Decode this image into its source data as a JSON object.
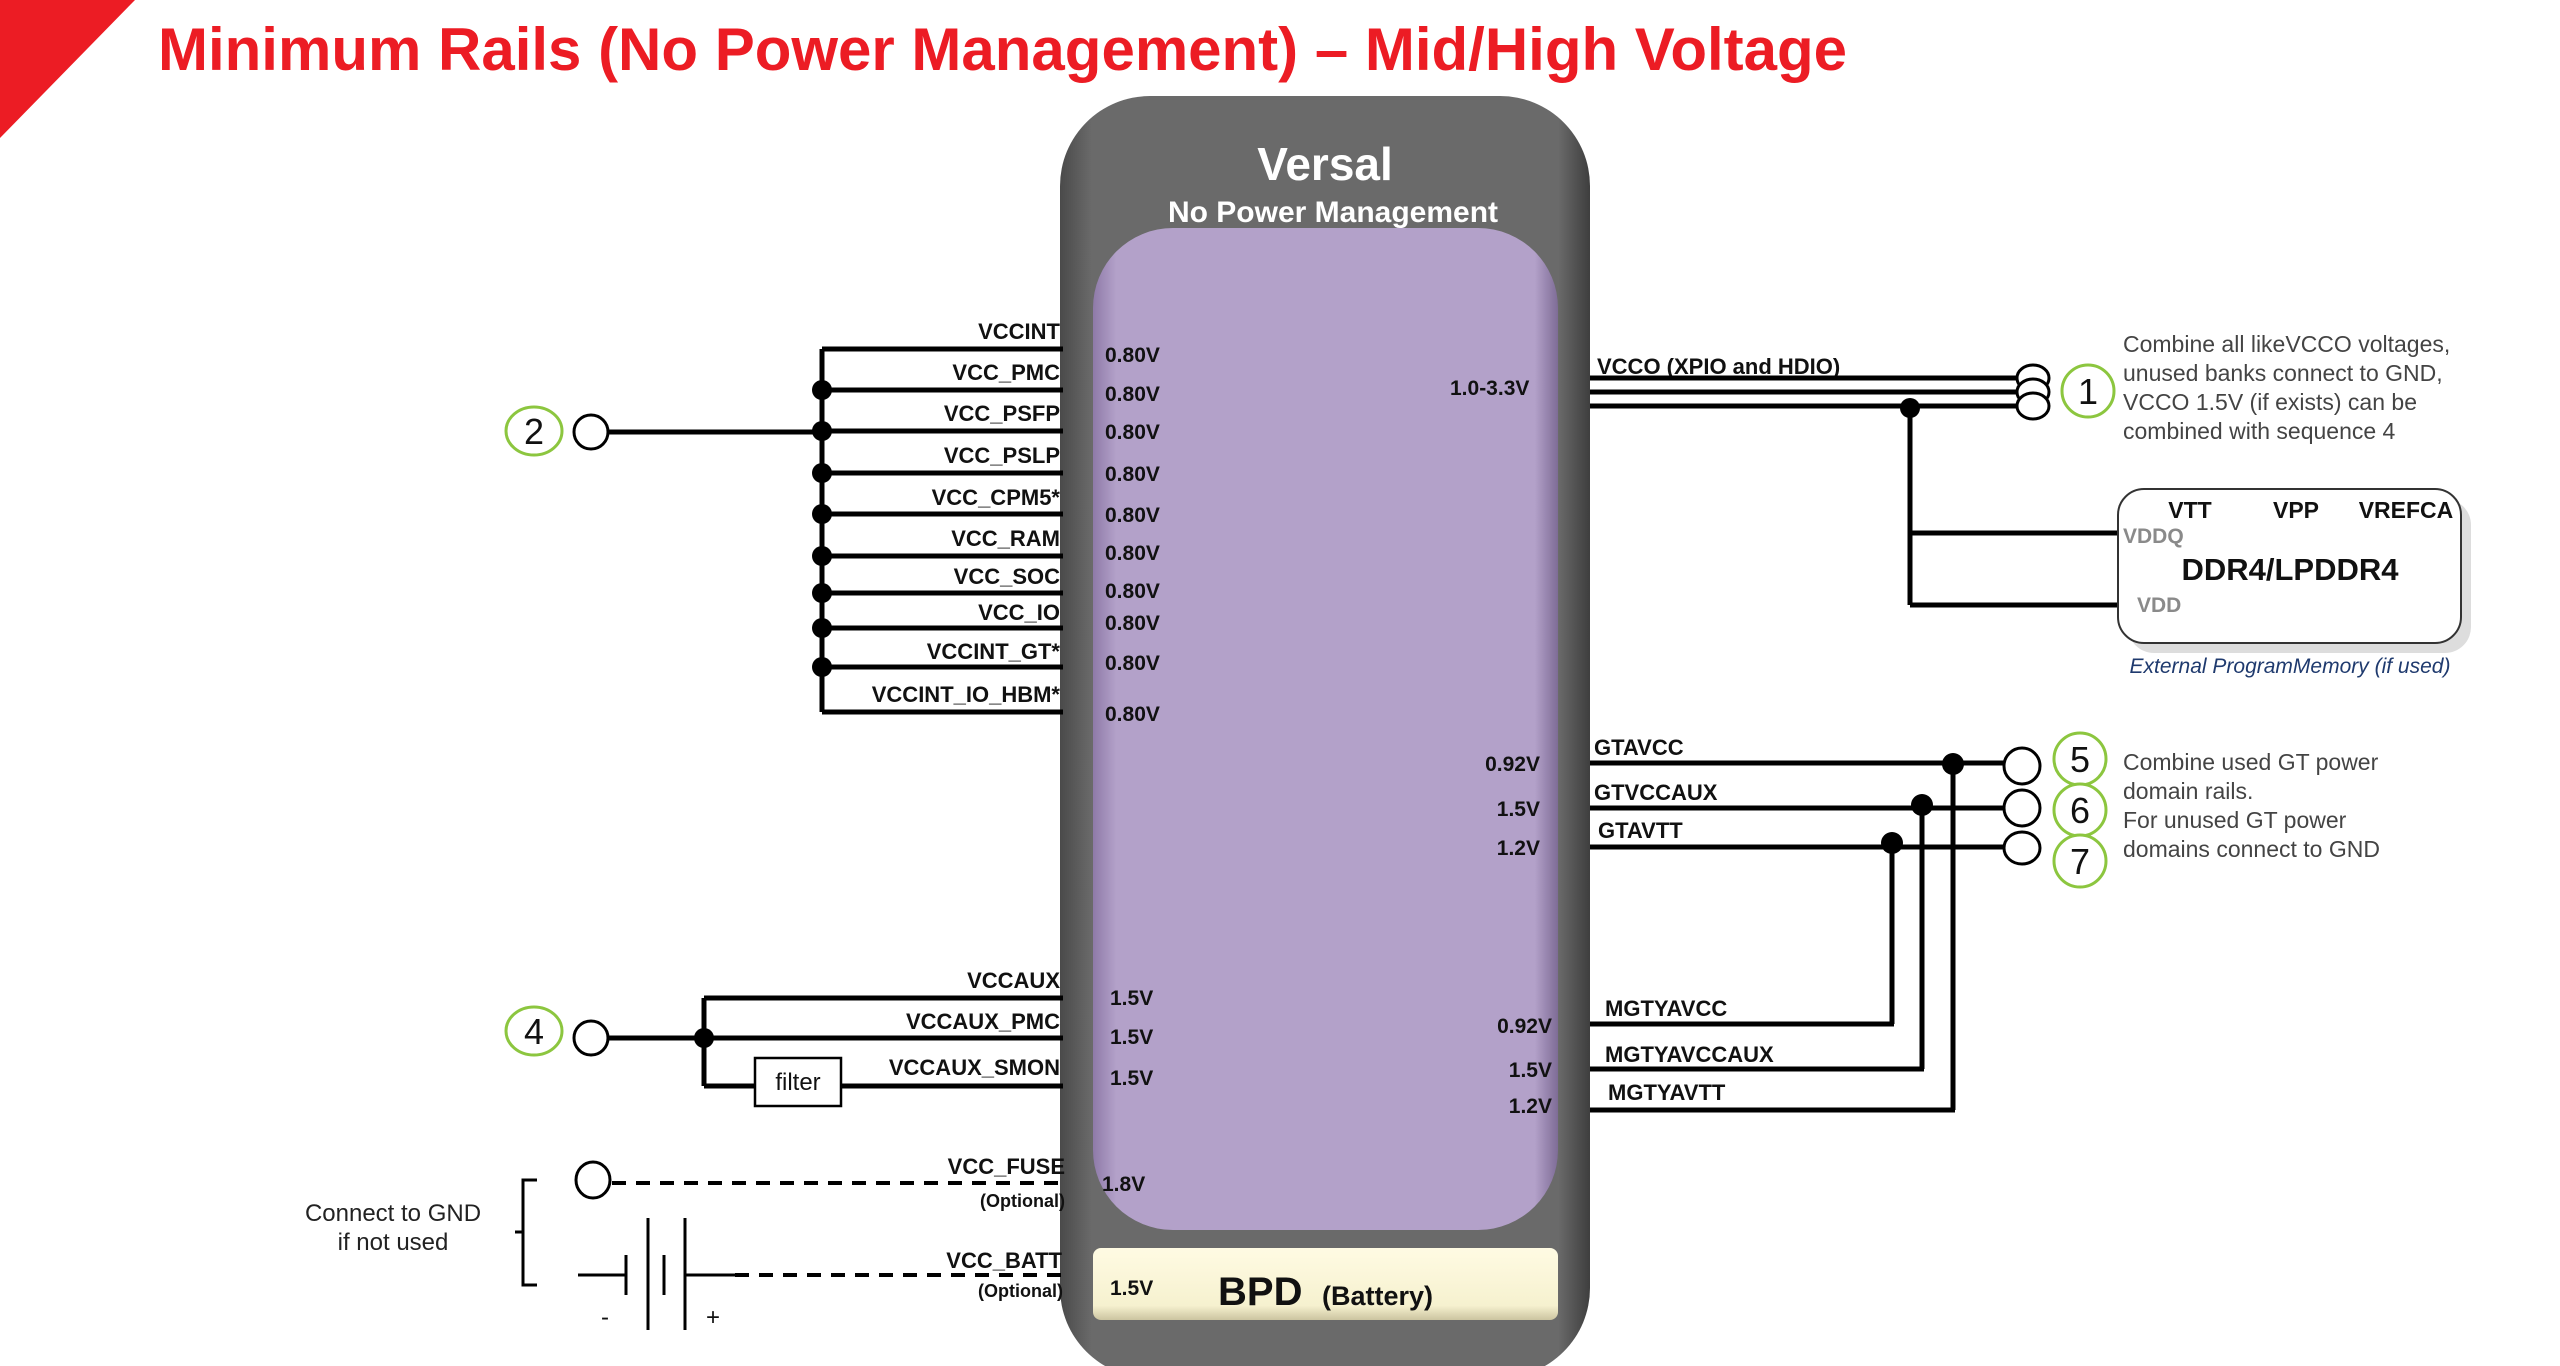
{
  "title": "Minimum Rails (No Power Management)  – Mid/High Voltage",
  "colors": {
    "title": "#ec1c24",
    "chip_outer": "#666666",
    "chip_inner": "#b3a1c9",
    "bpd": "#f6f1cf",
    "sequence_ring": "#8cc63f",
    "note_text": "#444444",
    "ddr_caption": "#1f3a6e"
  },
  "chip": {
    "name": "Versal",
    "subtitle": "No Power Management"
  },
  "left_rails_group2": [
    {
      "name": "VCCINT",
      "voltage": "0.80V"
    },
    {
      "name": "VCC_PMC",
      "voltage": "0.80V"
    },
    {
      "name": "VCC_PSFP",
      "voltage": "0.80V"
    },
    {
      "name": "VCC_PSLP",
      "voltage": "0.80V"
    },
    {
      "name": "VCC_CPM5*",
      "voltage": "0.80V"
    },
    {
      "name": "VCC_RAM",
      "voltage": "0.80V"
    },
    {
      "name": "VCC_SOC",
      "voltage": "0.80V"
    },
    {
      "name": "VCC_IO",
      "voltage": "0.80V"
    },
    {
      "name": "VCCINT_GT*",
      "voltage": "0.80V"
    },
    {
      "name": "VCCINT_IO_HBM*",
      "voltage": "0.80V"
    }
  ],
  "left_rails_group4": [
    {
      "name": "VCCAUX",
      "voltage": "1.5V"
    },
    {
      "name": "VCCAUX_PMC",
      "voltage": "1.5V"
    },
    {
      "name": "VCCAUX_SMON",
      "voltage": "1.5V"
    }
  ],
  "filter_label": "filter",
  "optional_rails": [
    {
      "name": "VCC_FUSE",
      "tag": "(Optional)",
      "voltage": "1.8V"
    },
    {
      "name": "VCC_BATT",
      "tag": "(Optional)",
      "voltage": "1.5V"
    }
  ],
  "battery_signs": {
    "minus": "-",
    "plus": "+"
  },
  "gnd_note": [
    "Connect to GND",
    "if not used"
  ],
  "bpd": {
    "voltage": "1.5V",
    "label": "BPD",
    "sub": "(Battery)"
  },
  "vcco": {
    "name": "VCCO (XPIO and HDIO)",
    "voltage": "1.0-3.3V"
  },
  "sequence_numbers": {
    "s1": "1",
    "s2": "2",
    "s4": "4",
    "s5": "5",
    "s6": "6",
    "s7": "7"
  },
  "note1": [
    "Combine all likeVCCO voltages,",
    "unused banks connect to GND,",
    "VCCO 1.5V (if exists) can be",
    "combined with sequence 4"
  ],
  "ddr": {
    "title": "DDR4/LPDDR4",
    "top_pins": [
      "VTT",
      "VPP",
      "VREFCA"
    ],
    "vddq": "VDDQ",
    "vdd": "VDD",
    "caption": "External ProgramMemory (if used)"
  },
  "gt_rails": [
    {
      "name": "GTAVCC",
      "voltage": "0.92V"
    },
    {
      "name": "GTVCCAUX",
      "voltage": "1.5V"
    },
    {
      "name": "GTAVTT",
      "voltage": "1.2V"
    }
  ],
  "mgt_rails": [
    {
      "name": "MGTYAVCC",
      "voltage": "0.92V"
    },
    {
      "name": "MGTYAVCCAUX",
      "voltage": "1.5V"
    },
    {
      "name": "MGTYAVTT",
      "voltage": "1.2V"
    }
  ],
  "note_gt": [
    "Combine used GT power",
    "domain rails.",
    "For unused GT power",
    "domains connect to GND"
  ]
}
